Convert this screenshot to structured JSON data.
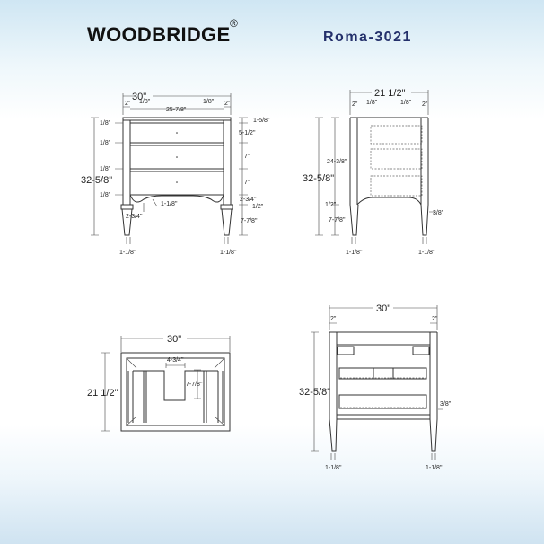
{
  "header": {
    "brand": "WOODBRIDGE",
    "registered": "®",
    "model": "Roma-3021"
  },
  "front_view": {
    "width": "30\"",
    "side_left": "2\"",
    "gap_left": "1/8\"",
    "gap_right": "1/8\"",
    "side_right": "2\"",
    "inner_width": "25-7/8\"",
    "height": "32-5/8\"",
    "gaps": [
      "1/8\"",
      "1/8\"",
      "1/8\"",
      "1/8\""
    ],
    "right_dims": [
      "1-5/8\"",
      "5-1/2\"",
      "7\"",
      "7\"",
      "2-3/4\"",
      "1/2\"",
      "7-7/8\""
    ],
    "apron": "1-1/8\"",
    "leg_offset": "2-3/4\"",
    "leg_left": "1-1/8\"",
    "leg_right": "1-1/8\""
  },
  "side_view": {
    "depth": "21 1/2\"",
    "side_left": "2\"",
    "gap_left": "1/8\"",
    "gap_right": "1/8\"",
    "side_right": "2\"",
    "height": "32-5/8\"",
    "body": "24-3/8\"",
    "rail": "1/2\"",
    "leg": "7-7/8\"",
    "inset": "3/8\"",
    "leg_left": "1-1/8\"",
    "leg_right": "1-1/8\""
  },
  "top_view": {
    "width": "30\"",
    "depth": "21 1/2\"",
    "cutout_width": "4-3/4\"",
    "cutout_depth": "7-7/8\""
  },
  "back_view": {
    "width": "30\"",
    "side_left": "2\"",
    "side_right": "2\"",
    "height": "32-5/8\"",
    "shelf": "3/8\"",
    "leg_left": "1-1/8\"",
    "leg_right": "1-1/8\""
  }
}
